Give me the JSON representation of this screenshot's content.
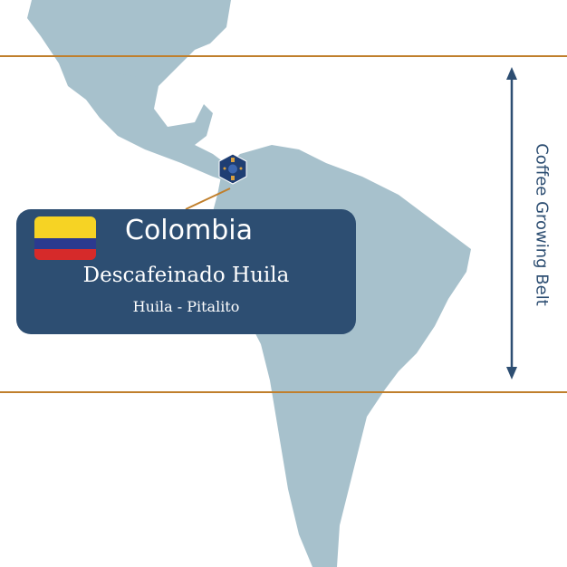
{
  "card": {
    "country": "Colombia",
    "coffee_name": "Descafeinado Huila",
    "region": "Huila - Pitalito",
    "flag_colors": [
      "#f6d324",
      "#2b3a8f",
      "#d62a2a"
    ]
  },
  "belt_label": "Coffee Growing Belt",
  "colors": {
    "land": "#a7c1cc",
    "belt_line": "#c07f2c",
    "accent": "#2d4e72"
  }
}
